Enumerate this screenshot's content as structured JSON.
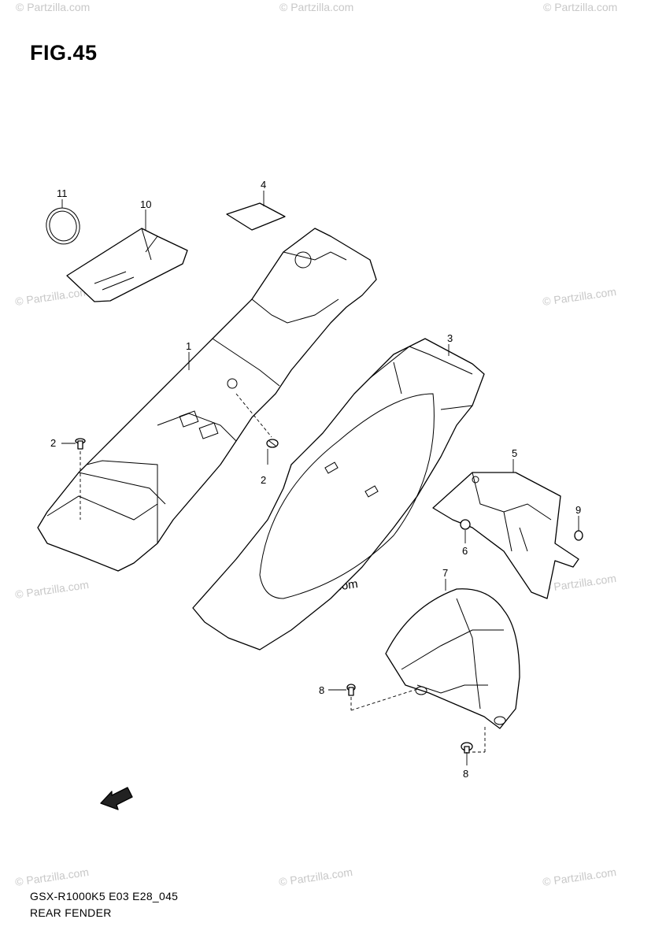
{
  "figure": {
    "title": "FIG.45"
  },
  "callouts": {
    "c1": "1",
    "c2a": "2",
    "c2b": "2",
    "c3": "3",
    "c4": "4",
    "c5": "5",
    "c6": "6",
    "c7": "7",
    "c8a": "8",
    "c8b": "8",
    "c9": "9",
    "c10": "10",
    "c11": "11"
  },
  "watermark": {
    "text": "© Partzilla.com",
    "center_text": "© Partzilla.com"
  },
  "footer": {
    "model_code": "GSX-R1000K5 E03 E28_045",
    "section_name": "REAR FENDER"
  },
  "fwd_arrow": {
    "label": "FWD"
  }
}
